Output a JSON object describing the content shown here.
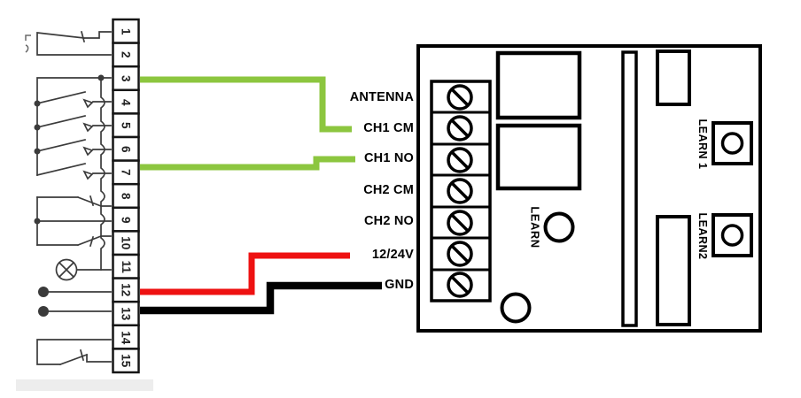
{
  "wire_labels": {
    "antenna": "ANTENNA",
    "ch1_cm": "CH1 CM",
    "ch1_no": "CH1 NO",
    "ch2_cm": "CH2 CM",
    "ch2_no": "CH2 NO",
    "power": "12/24V",
    "ground": "GND"
  },
  "board_labels": {
    "learn": "LEARN",
    "learn1": "LEARN 1",
    "learn2": "LEARN2"
  },
  "terminal_numbers": [
    "1",
    "2",
    "3",
    "4",
    "5",
    "6",
    "7",
    "8",
    "9",
    "10",
    "11",
    "12",
    "13",
    "14",
    "15"
  ],
  "colors": {
    "wire_green": "#8cc63f",
    "wire_red": "#ee1111",
    "wire_black": "#000000",
    "circuit_line": "#3b3b3b",
    "board_line": "#000000"
  }
}
